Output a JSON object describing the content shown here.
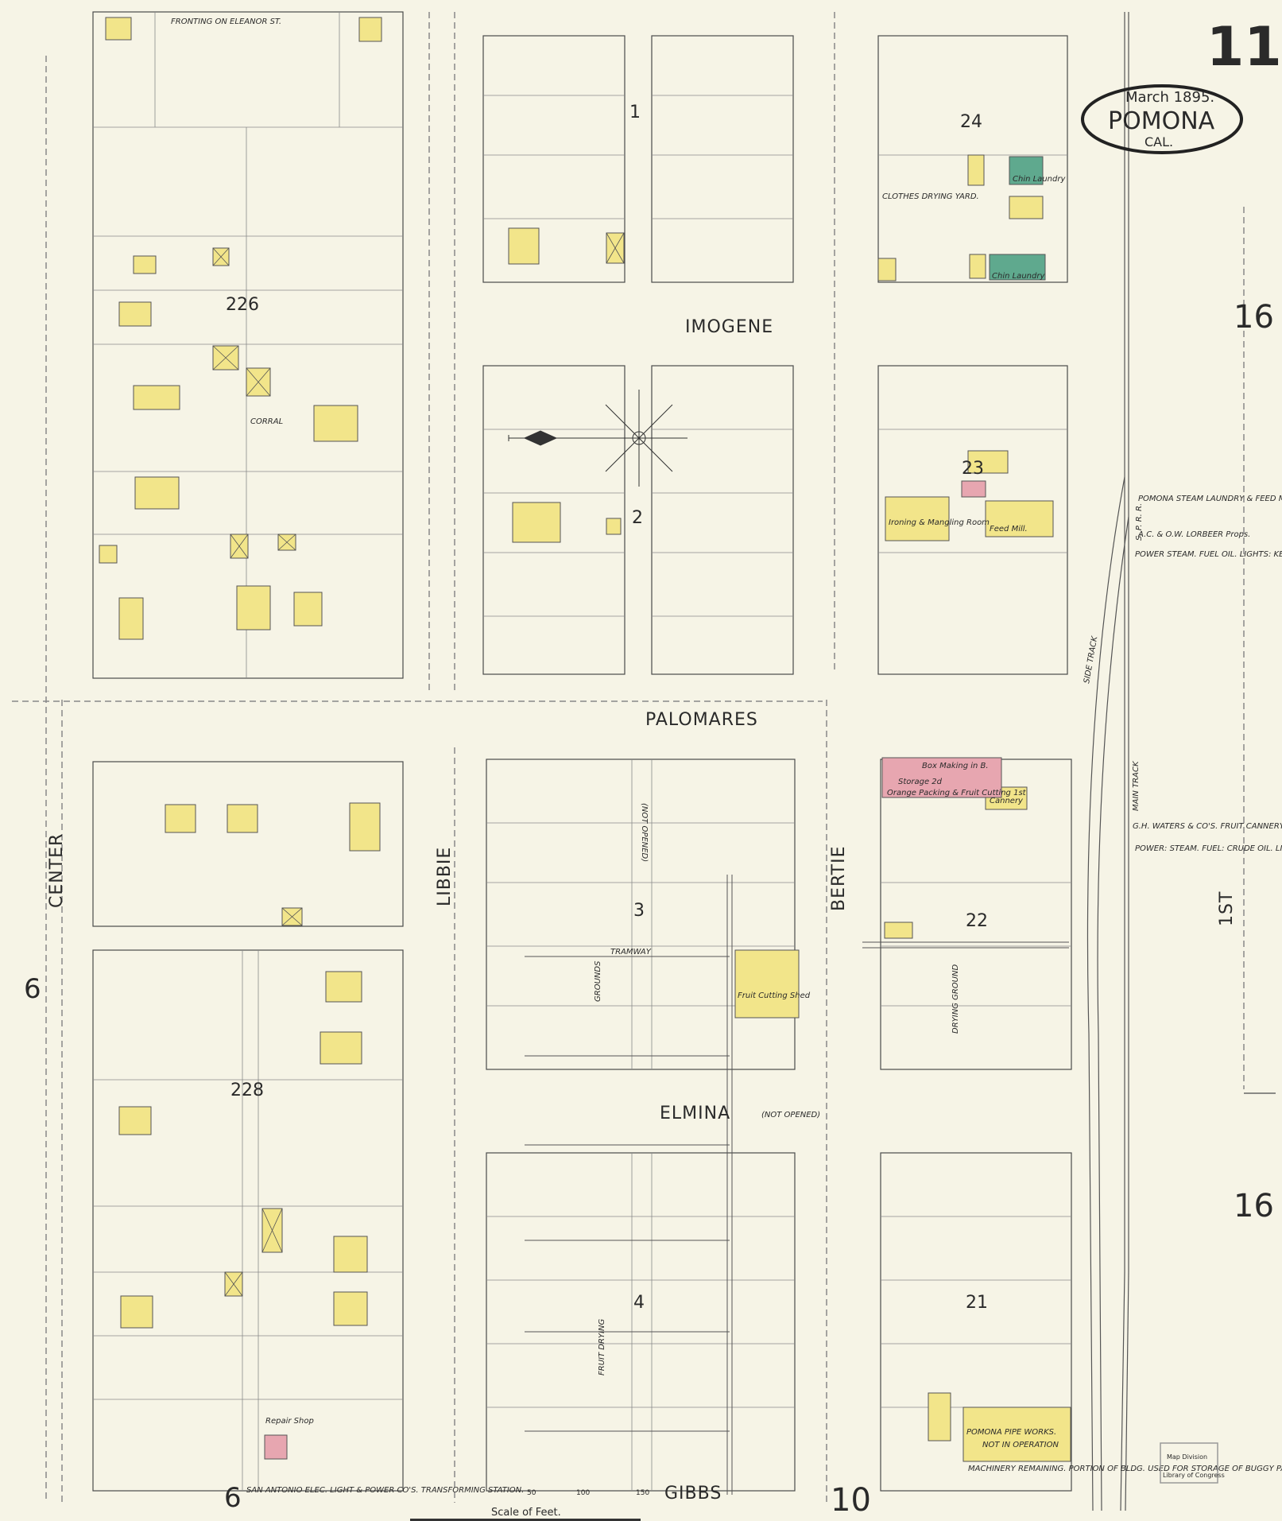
{
  "sheet": {
    "number": "11",
    "date": "March 1895.",
    "city": "POMONA",
    "state": "CAL."
  },
  "adjacent_sheets": {
    "left": "6",
    "left_bottom": "6",
    "bottom": "10",
    "right_top": "16",
    "right_bottom": "16"
  },
  "streets": {
    "center": "CENTER",
    "libbie": "LIBBIE",
    "bertie": "BERTIE",
    "first": "1ST",
    "imogene": "IMOGENE",
    "palomares": "PALOMARES",
    "elmina": "ELMINA",
    "elmina_note": "(NOT OPENED)",
    "gibbs": "GIBBS",
    "eleanor": "FRONTING ON ELEANOR ST."
  },
  "blocks": {
    "b226": "226",
    "b228": "228",
    "b1": "1",
    "b2": "2",
    "b3": "3",
    "b4": "4",
    "b24": "24",
    "b23": "23",
    "b22": "22",
    "b21": "21"
  },
  "labels": {
    "chin_laundry": "Chin Laundry",
    "chin_laundry2": "Chin Laundry",
    "clothes_drying": "CLOTHES DRYING YARD.",
    "corral": "CORRAL",
    "not_opened": "(NOT OPENED)",
    "grounds": "GROUNDS",
    "tramway": "TRAMWAY",
    "fruit_shed": "Fruit Cutting Shed",
    "fruit_drying": "FRUIT DRYING",
    "drying_ground": "DRYING GROUND",
    "box_making": "Box Making in B.",
    "storage": "Storage 2d",
    "orange_packing": "Orange Packing & Fruit Cutting 1st",
    "cannery": "Cannery",
    "pipe_works": "POMONA PIPE WORKS.",
    "pipe_works_note": "NOT IN OPERATION",
    "feed_mill": "Feed Mill.",
    "ironing": "Ironing & Mangling Room",
    "transforming": "SAN ANTONIO ELEC. LIGHT & POWER CO'S. TRANSFORMING STATION.",
    "repair_shop": "Repair Shop",
    "main_track": "MAIN TRACK",
    "side_track": "SIDE TRACK",
    "sp_rr": "S. P. R. R."
  },
  "notes": {
    "laundry_title": "POMONA STEAM LAUNDRY & FEED MILL.",
    "laundry_owner": "A.C. & O.W. LORBEER Props.",
    "laundry_text": "POWER STEAM. FUEL OIL. LIGHTS: KEROSENE OIL LAMPS. BUILDING NEW & SUBSTANTIAL.",
    "cannery_title": "G.H. WATERS & CO'S. FRUIT CANNERY & PACKING HO.",
    "cannery_text": "POWER: STEAM. FUEL: CRUDE OIL. LIGHTS: LAMPS. CITY WATER. NO WATCHMAN.",
    "machinery": "MACHINERY REMAINING. PORTION OF BLDG. USED FOR STORAGE OF BUGGY PARTS & AG. IMPLS."
  },
  "scale": {
    "label": "Scale of Feet.",
    "ticks": [
      "50",
      "100",
      "150"
    ]
  },
  "stamp": {
    "line1": "Map Division",
    "line2": "Library of Congress"
  },
  "colors": {
    "paper": "#f6f4e6",
    "dwelling": "#f2e58a",
    "brick": "#e7a6b0",
    "stone": "#5fa98e",
    "line": "#4a4a4a"
  }
}
